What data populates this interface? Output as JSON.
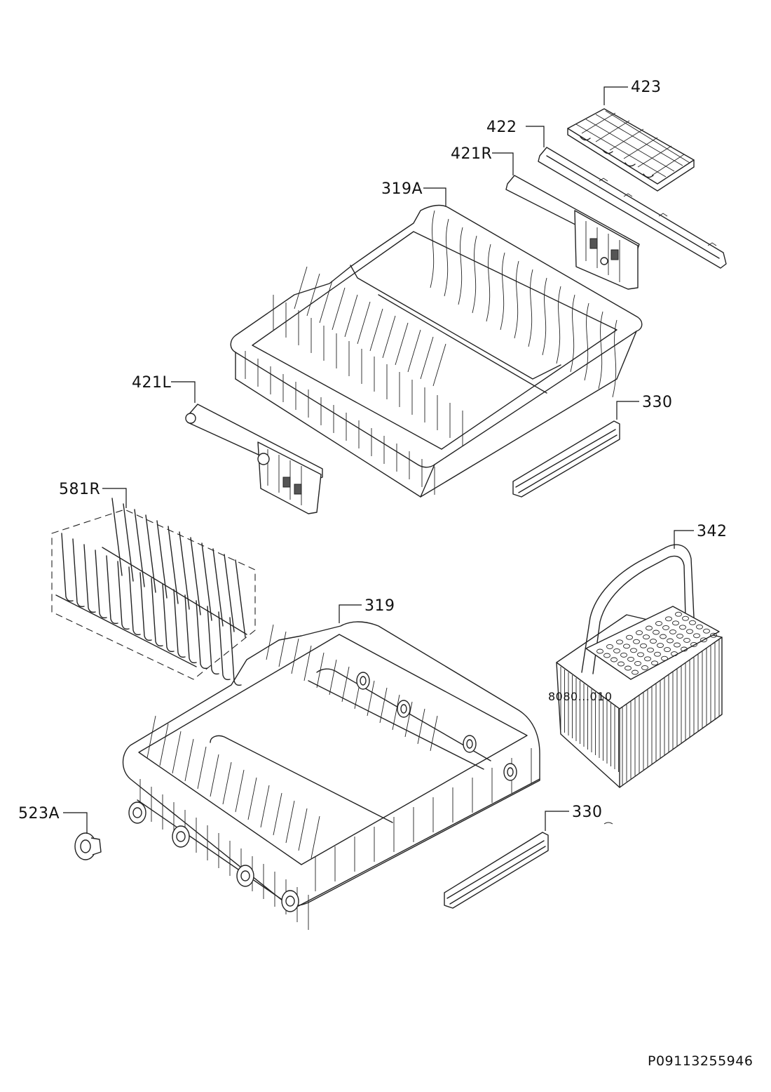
{
  "labels": {
    "p423": "423",
    "p422": "422",
    "p421R": "421R",
    "p319A": "319A",
    "p421L": "421L",
    "p330_upper": "330",
    "p581R": "581R",
    "p342": "342",
    "p319": "319",
    "p523A": "523A",
    "p330_lower": "330",
    "p_small": "8080...010"
  },
  "document_id": "P09113255946"
}
